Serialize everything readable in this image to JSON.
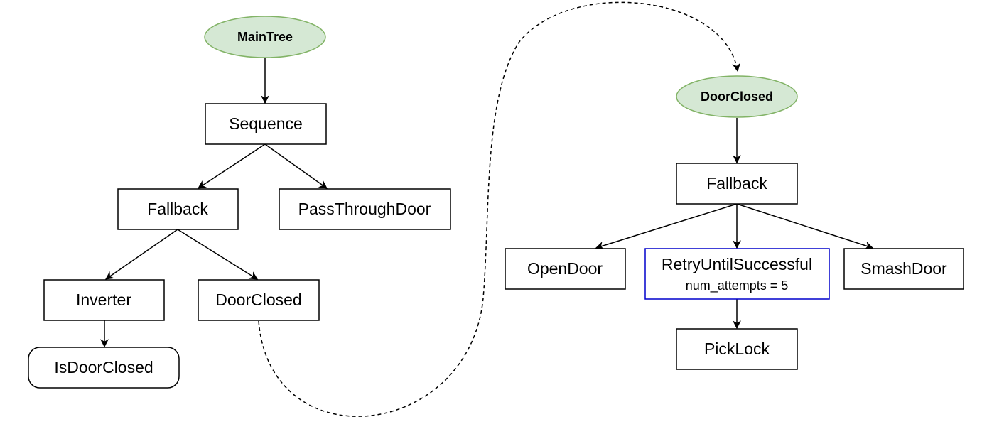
{
  "trees": [
    {
      "root": "MainTree",
      "nodes": {
        "sequence": "Sequence",
        "fallback": "Fallback",
        "pass_through_door": "PassThroughDoor",
        "inverter": "Inverter",
        "door_closed": "DoorClosed",
        "is_door_closed": "IsDoorClosed"
      }
    },
    {
      "root": "DoorClosed",
      "nodes": {
        "fallback": "Fallback",
        "open_door": "OpenDoor",
        "retry": "RetryUntilSuccessful",
        "retry_param": "num_attempts = 5",
        "smash_door": "SmashDoor",
        "pick_lock": "PickLock"
      }
    }
  ],
  "colors": {
    "root_fill": "#d5e8d4",
    "root_stroke": "#82b366",
    "decorator_stroke": "#0000cc",
    "node_stroke": "#000000"
  }
}
